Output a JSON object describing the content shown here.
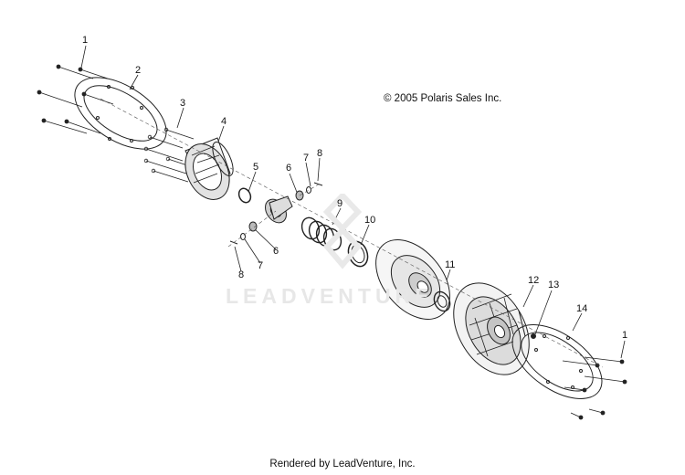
{
  "copyright": "© 2005 Polaris Sales Inc.",
  "footer": "Rendered by LeadVenture, Inc.",
  "watermark": "LEADVENTURE",
  "callouts": [
    "1",
    "2",
    "3",
    "4",
    "5",
    "6",
    "7",
    "8",
    "6",
    "7",
    "8",
    "9",
    "10",
    "11",
    "12",
    "13",
    "14",
    "1"
  ]
}
